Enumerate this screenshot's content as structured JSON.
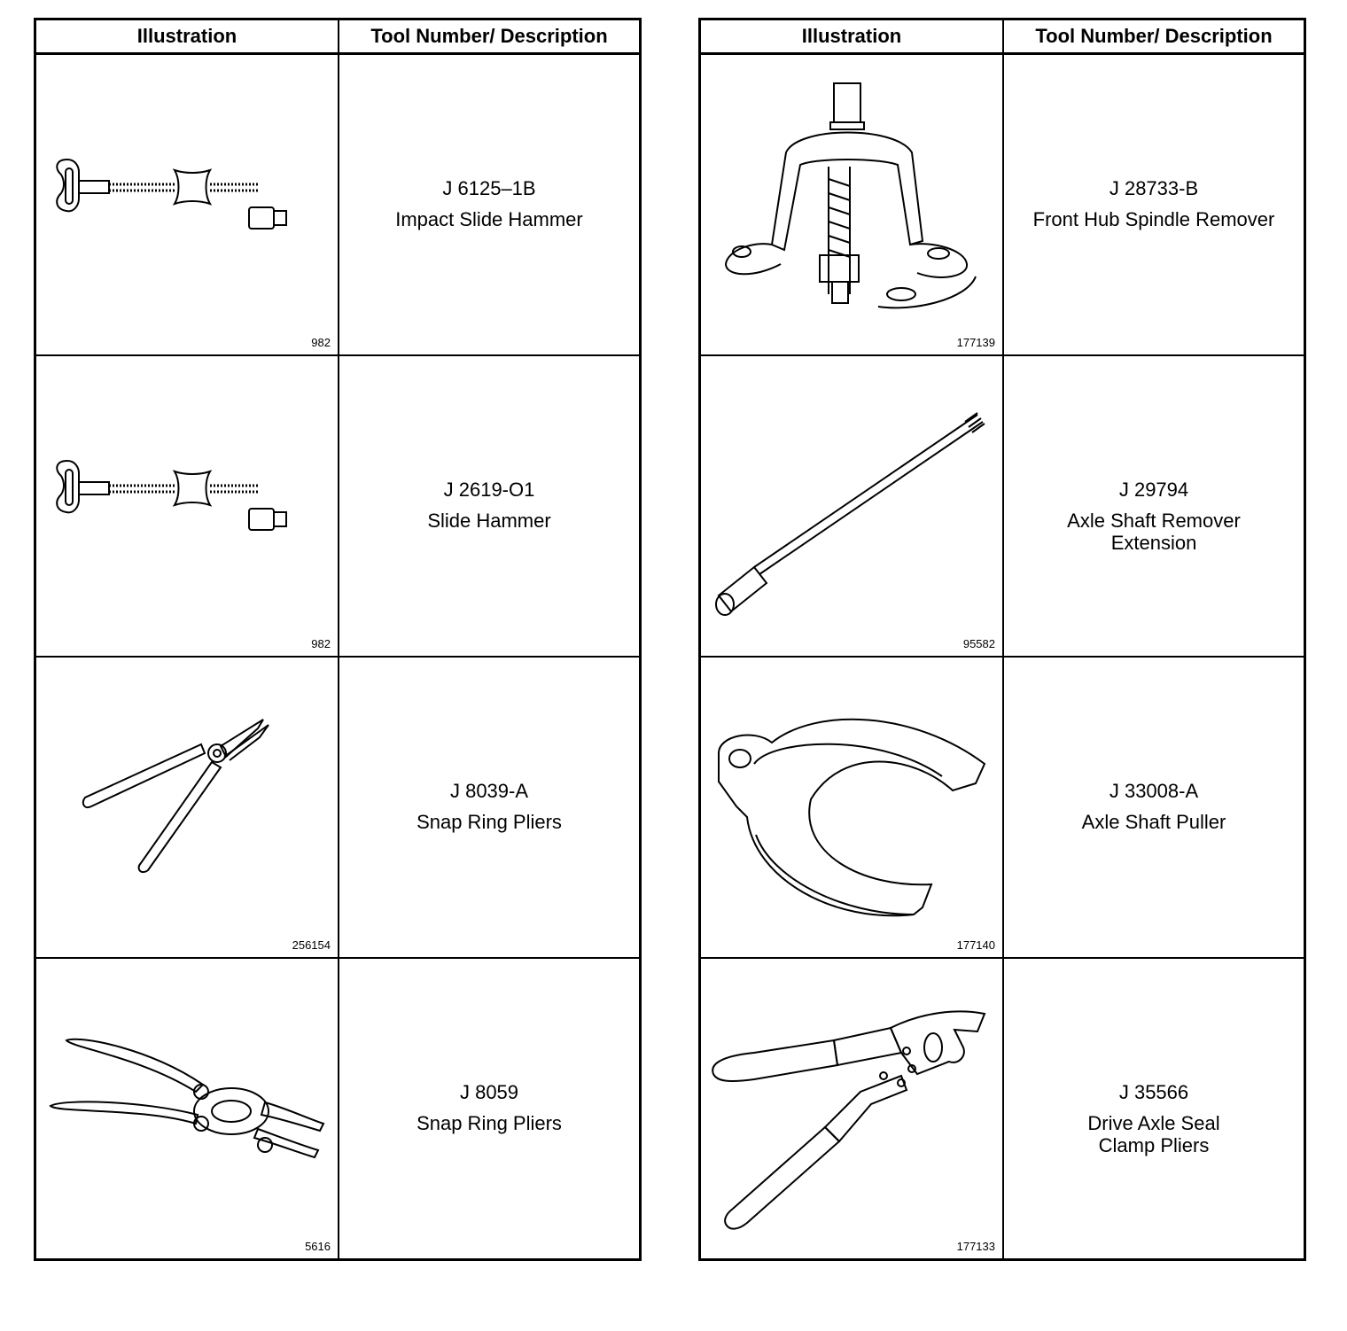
{
  "headers": {
    "illustration": "Illustration",
    "tool": "Tool Number/ Description"
  },
  "left_table": [
    {
      "number": "J 6125–1B",
      "description": "Impact Slide Hammer",
      "figure": "982",
      "icon": "slide-hammer-icon"
    },
    {
      "number": "J 2619-O1",
      "description": "Slide Hammer",
      "figure": "982",
      "icon": "slide-hammer-icon"
    },
    {
      "number": "J 8039-A",
      "description": "Snap Ring Pliers",
      "figure": "256154",
      "icon": "snap-ring-pliers-icon"
    },
    {
      "number": "J 8059",
      "description": "Snap Ring Pliers",
      "figure": "5616",
      "icon": "snap-ring-pliers-icon"
    }
  ],
  "right_table": [
    {
      "number": "J 28733-B",
      "description": "Front Hub Spindle Remover",
      "figure": "177139",
      "icon": "hub-spindle-remover-icon"
    },
    {
      "number": "J 29794",
      "description": "Axle Shaft Remover\nExtension",
      "figure": "95582",
      "icon": "extension-rod-icon"
    },
    {
      "number": "J 33008-A",
      "description": "Axle Shaft Puller",
      "figure": "177140",
      "icon": "axle-shaft-puller-icon"
    },
    {
      "number": "J 35566",
      "description": "Drive Axle Seal\nClamp Pliers",
      "figure": "177133",
      "icon": "seal-clamp-pliers-icon"
    }
  ]
}
